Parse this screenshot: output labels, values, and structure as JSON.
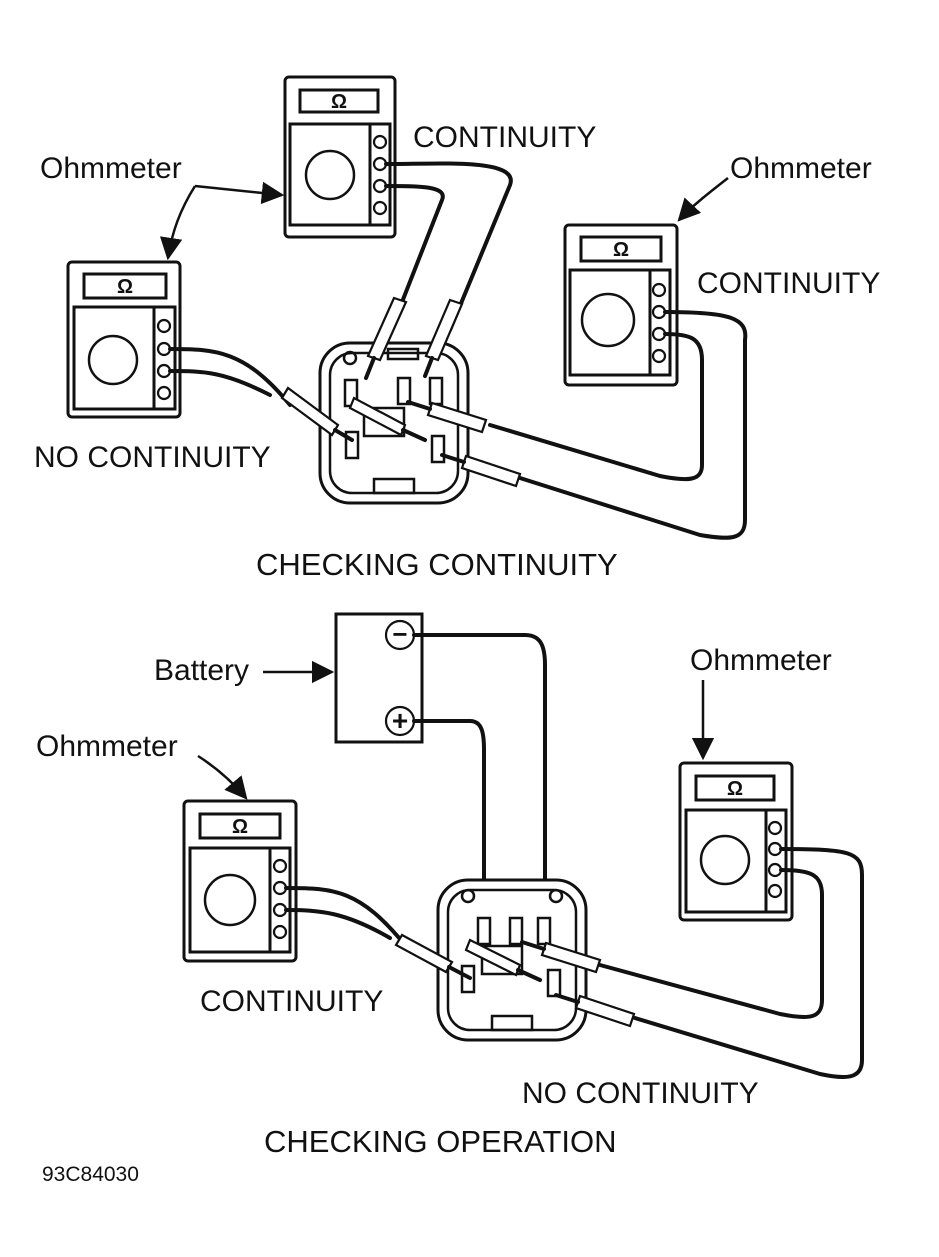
{
  "symbols": {
    "ohm": "Ω",
    "minus": "−",
    "plus": "+"
  },
  "top": {
    "labels": {
      "ohmmeter_left": "Ohmmeter",
      "ohmmeter_right": "Ohmmeter",
      "continuity_top": "CONTINUITY",
      "continuity_right": "CONTINUITY",
      "no_continuity": "NO CONTINUITY"
    },
    "caption": "CHECKING CONTINUITY"
  },
  "bottom": {
    "labels": {
      "battery": "Battery",
      "ohmmeter_left": "Ohmmeter",
      "ohmmeter_right": "Ohmmeter",
      "continuity": "CONTINUITY",
      "no_continuity": "NO CONTINUITY"
    },
    "caption": "CHECKING OPERATION"
  },
  "figure_code": "93C84030"
}
